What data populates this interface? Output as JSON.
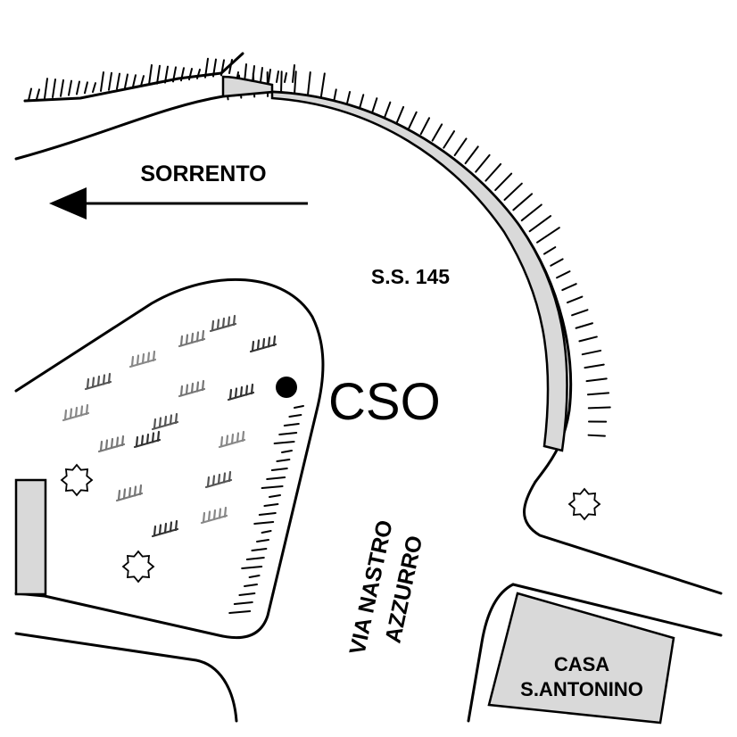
{
  "map": {
    "direction_label": "SORRENTO",
    "road_label": "S.S. 145",
    "point_label": "CSO",
    "street_label_line1": "VIA NASTRO",
    "street_label_line2": "AZZURRO",
    "building_label_line1": "CASA",
    "building_label_line2": "S.ANTONINO"
  },
  "colors": {
    "ink": "#000000",
    "wall_fill": "#d9d9d9",
    "background": "#ffffff"
  },
  "icons": {
    "direction": "arrow-left-icon",
    "point": "filled-circle-marker",
    "tree": "star-shrub-icon",
    "grass": "grass-tuft-icon"
  }
}
